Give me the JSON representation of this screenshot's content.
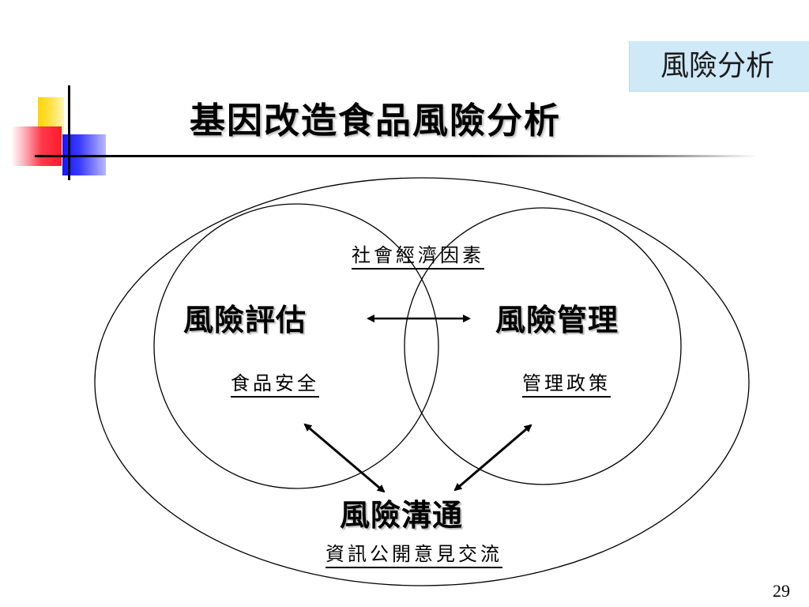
{
  "slide": {
    "tag": "風險分析",
    "title": "基因改造食品風險分析",
    "page_number": "29"
  },
  "diagram": {
    "outer_label": "社會經濟因素",
    "left_circle": {
      "title": "風險評估",
      "subtitle": "食品安全"
    },
    "right_circle": {
      "title": "風險管理",
      "subtitle": "管理政策"
    },
    "bottom": {
      "title": "風險溝通",
      "subtitle": "資訊公開意見交流"
    }
  },
  "colors": {
    "tag_background": "#cfe9f8",
    "deco_yellow": "#ffd400",
    "deco_red": "#ff1a2c",
    "deco_blue": "#1515ff",
    "line": "#000000"
  }
}
